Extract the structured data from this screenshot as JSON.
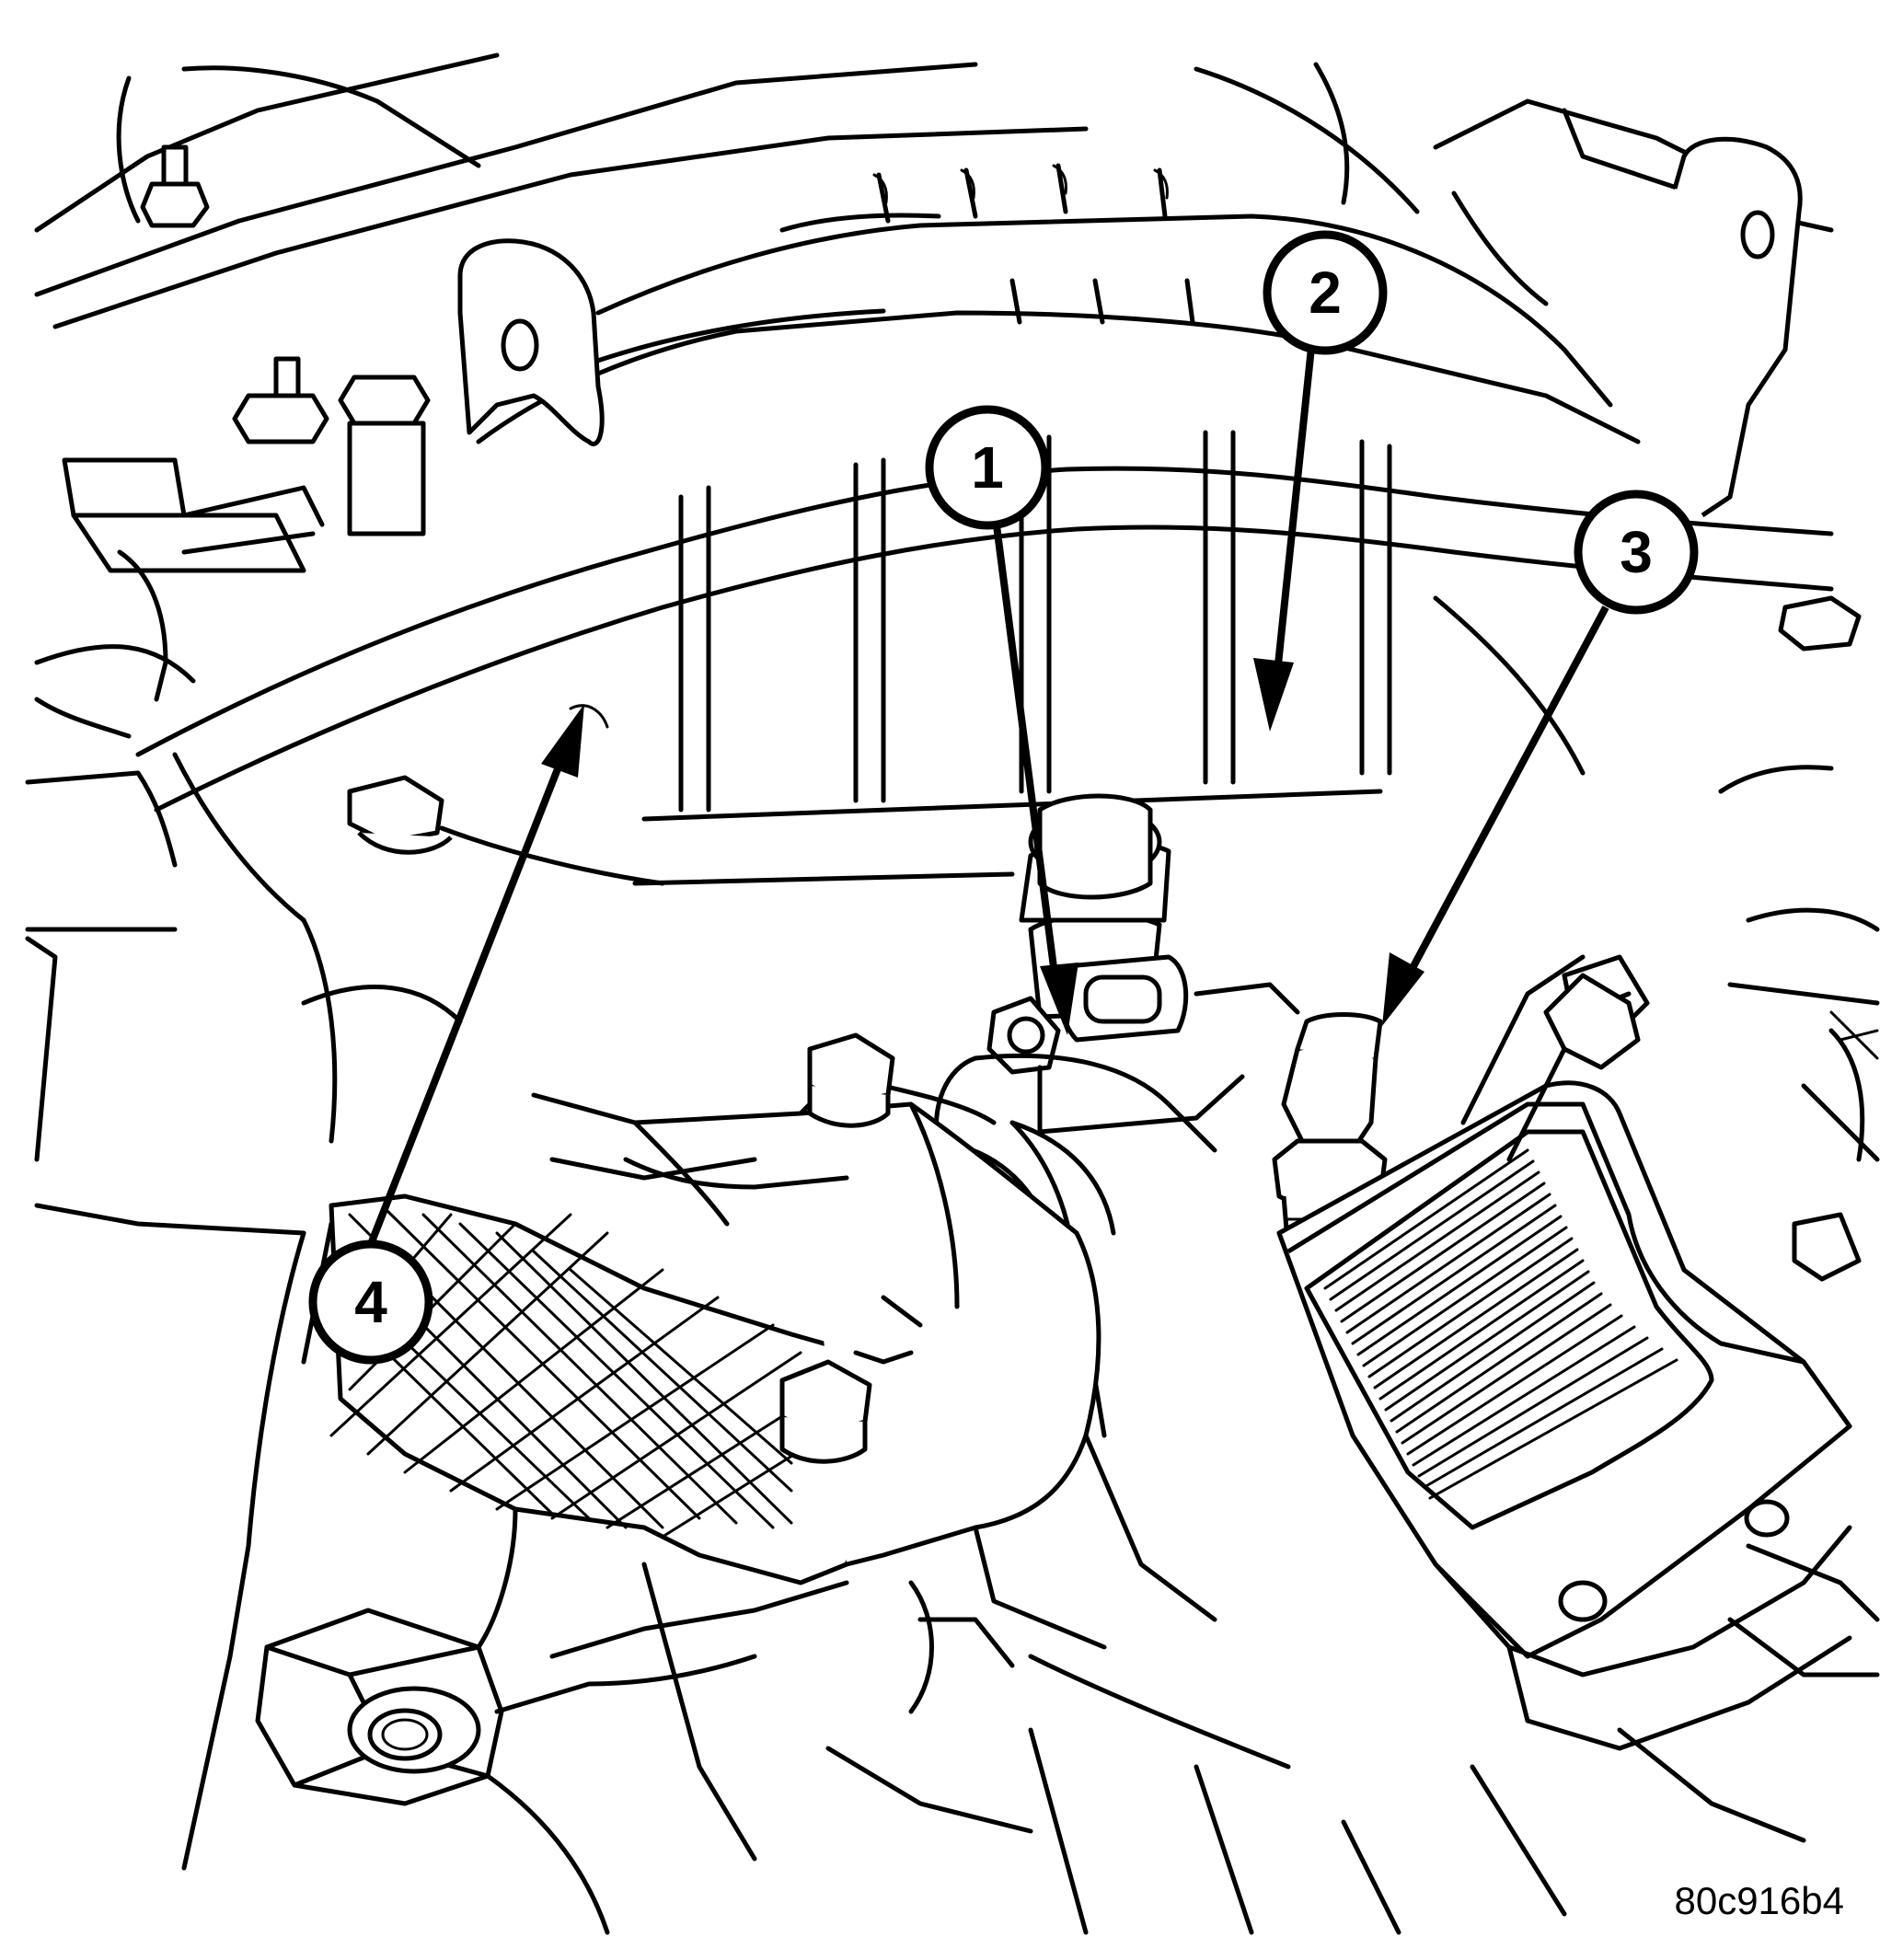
{
  "diagram": {
    "callouts": [
      {
        "id": "callout-1",
        "label": "1"
      },
      {
        "id": "callout-2",
        "label": "2"
      },
      {
        "id": "callout-3",
        "label": "3"
      },
      {
        "id": "callout-4",
        "label": "4"
      }
    ],
    "figure_id": "80c916b4"
  }
}
